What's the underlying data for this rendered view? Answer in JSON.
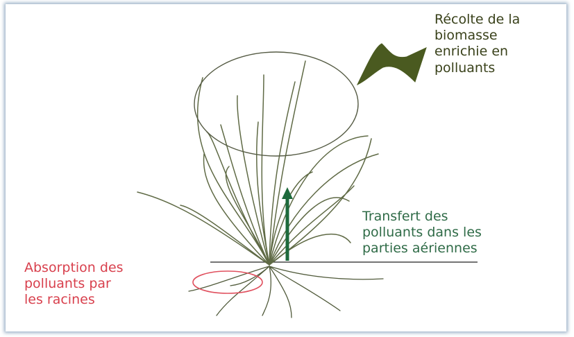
{
  "colors": {
    "harvest_arrow": "#4a5a20",
    "transfer_arrow": "#1d6a3c",
    "absorption_text": "#d8404d",
    "absorption_circle": "#e0505e",
    "plant_stroke": "#5f6a45",
    "root_stroke": "#505a3a",
    "ground_line": "#222222",
    "frame_shadow": "#4a7aa6"
  },
  "labels": {
    "harvest": [
      "Récolte de la",
      "biomasse",
      "enrichie en",
      "polluants"
    ],
    "transfer": [
      "Transfert des",
      "polluants dans les",
      "parties aériennes"
    ],
    "absorption": [
      "Absorption des",
      "polluants par",
      "les racines"
    ]
  },
  "icons": {
    "harvest_arrow": "curved-arrow-icon",
    "transfer_arrow": "up-arrow-icon"
  }
}
